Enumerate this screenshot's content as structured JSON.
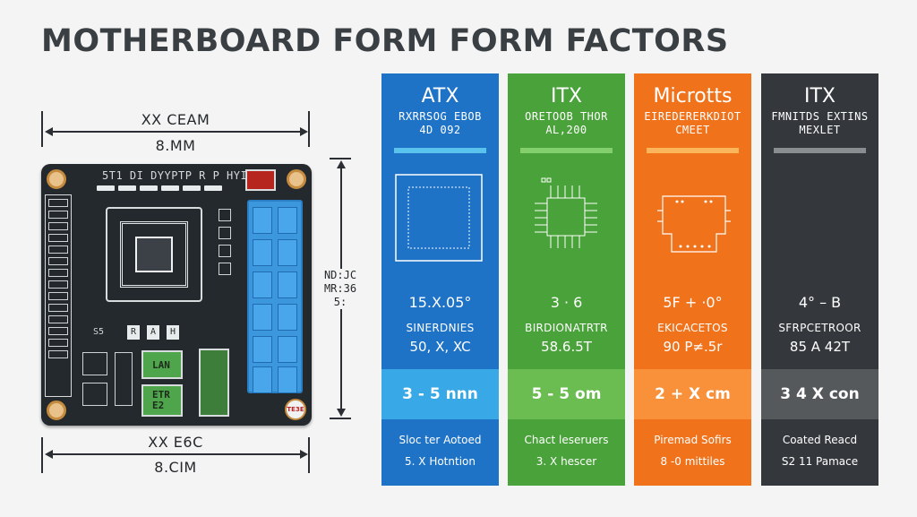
{
  "title": "MOTHERBOARD FORM FORM FACTORS",
  "board": {
    "top_dim_label1": "XX CEAM",
    "top_dim_label2": "8.MM",
    "side_dim_label": "ND:JC\nMR:36\n5:",
    "bottom_dim_label1": "XX E6C",
    "bottom_dim_label2": "8.CIM",
    "header_text": "5T1 DI  DYYPTP  R  P  HYI  2",
    "ram_labels": [
      "R",
      "A",
      "H"
    ],
    "side_small_label": "S5",
    "green_text_top": "LAN",
    "green_text_bottom": "ETR\nE2",
    "logo_text": "TE3E"
  },
  "cards": [
    {
      "title": "ATX",
      "subtitle": "RXRRSOG EBOB\n4D 092",
      "value1": "15.X.05°",
      "key": "SINERDNIES",
      "value2": "50, X, XC",
      "band": "3 - 5 nnn",
      "foot1": "Sloc ter Aotoed",
      "foot2": "5. X  Hotntion",
      "colors": {
        "bg": "#1f73c7",
        "bar": "#59c3ee",
        "band": "#38a8e6"
      }
    },
    {
      "title": "ITX",
      "subtitle": "ORETOOB THOR\nAL,200",
      "value1": "3 · 6",
      "key": "BIRDIONATRTR",
      "value2": "58.6.5T",
      "band": "5 - 5 om",
      "foot1": "Chact leseruers",
      "foot2": "3. X  hescer",
      "colors": {
        "bg": "#4aa23a",
        "bar": "#83cf6e",
        "band": "#6bbd51"
      }
    },
    {
      "title": "Microtts",
      "subtitle": "EIREDERERKDIOT\nCMEET",
      "value1": "5F + ·0°",
      "key": "EKICACETOS",
      "value2": "90 P≠.5r",
      "band": "2 + X cm",
      "foot1": "Piremad Sofirs",
      "foot2": "8 -0 mittiles",
      "colors": {
        "bg": "#f0721b",
        "bar": "#fbb65c",
        "band": "#f8913a"
      }
    },
    {
      "title": "ITX",
      "subtitle": "FMNITDS EXTINS\nMEXLET",
      "value1": "4° – B",
      "key": "SFRPCETROOR",
      "value2": "85 A  42T",
      "band": "3 4 X con",
      "foot1": "Coated Reacd",
      "foot2": "S2 11 Pamace",
      "colors": {
        "bg": "#34383c",
        "bar": "#8a8d8f",
        "band": "#55595c"
      }
    }
  ]
}
